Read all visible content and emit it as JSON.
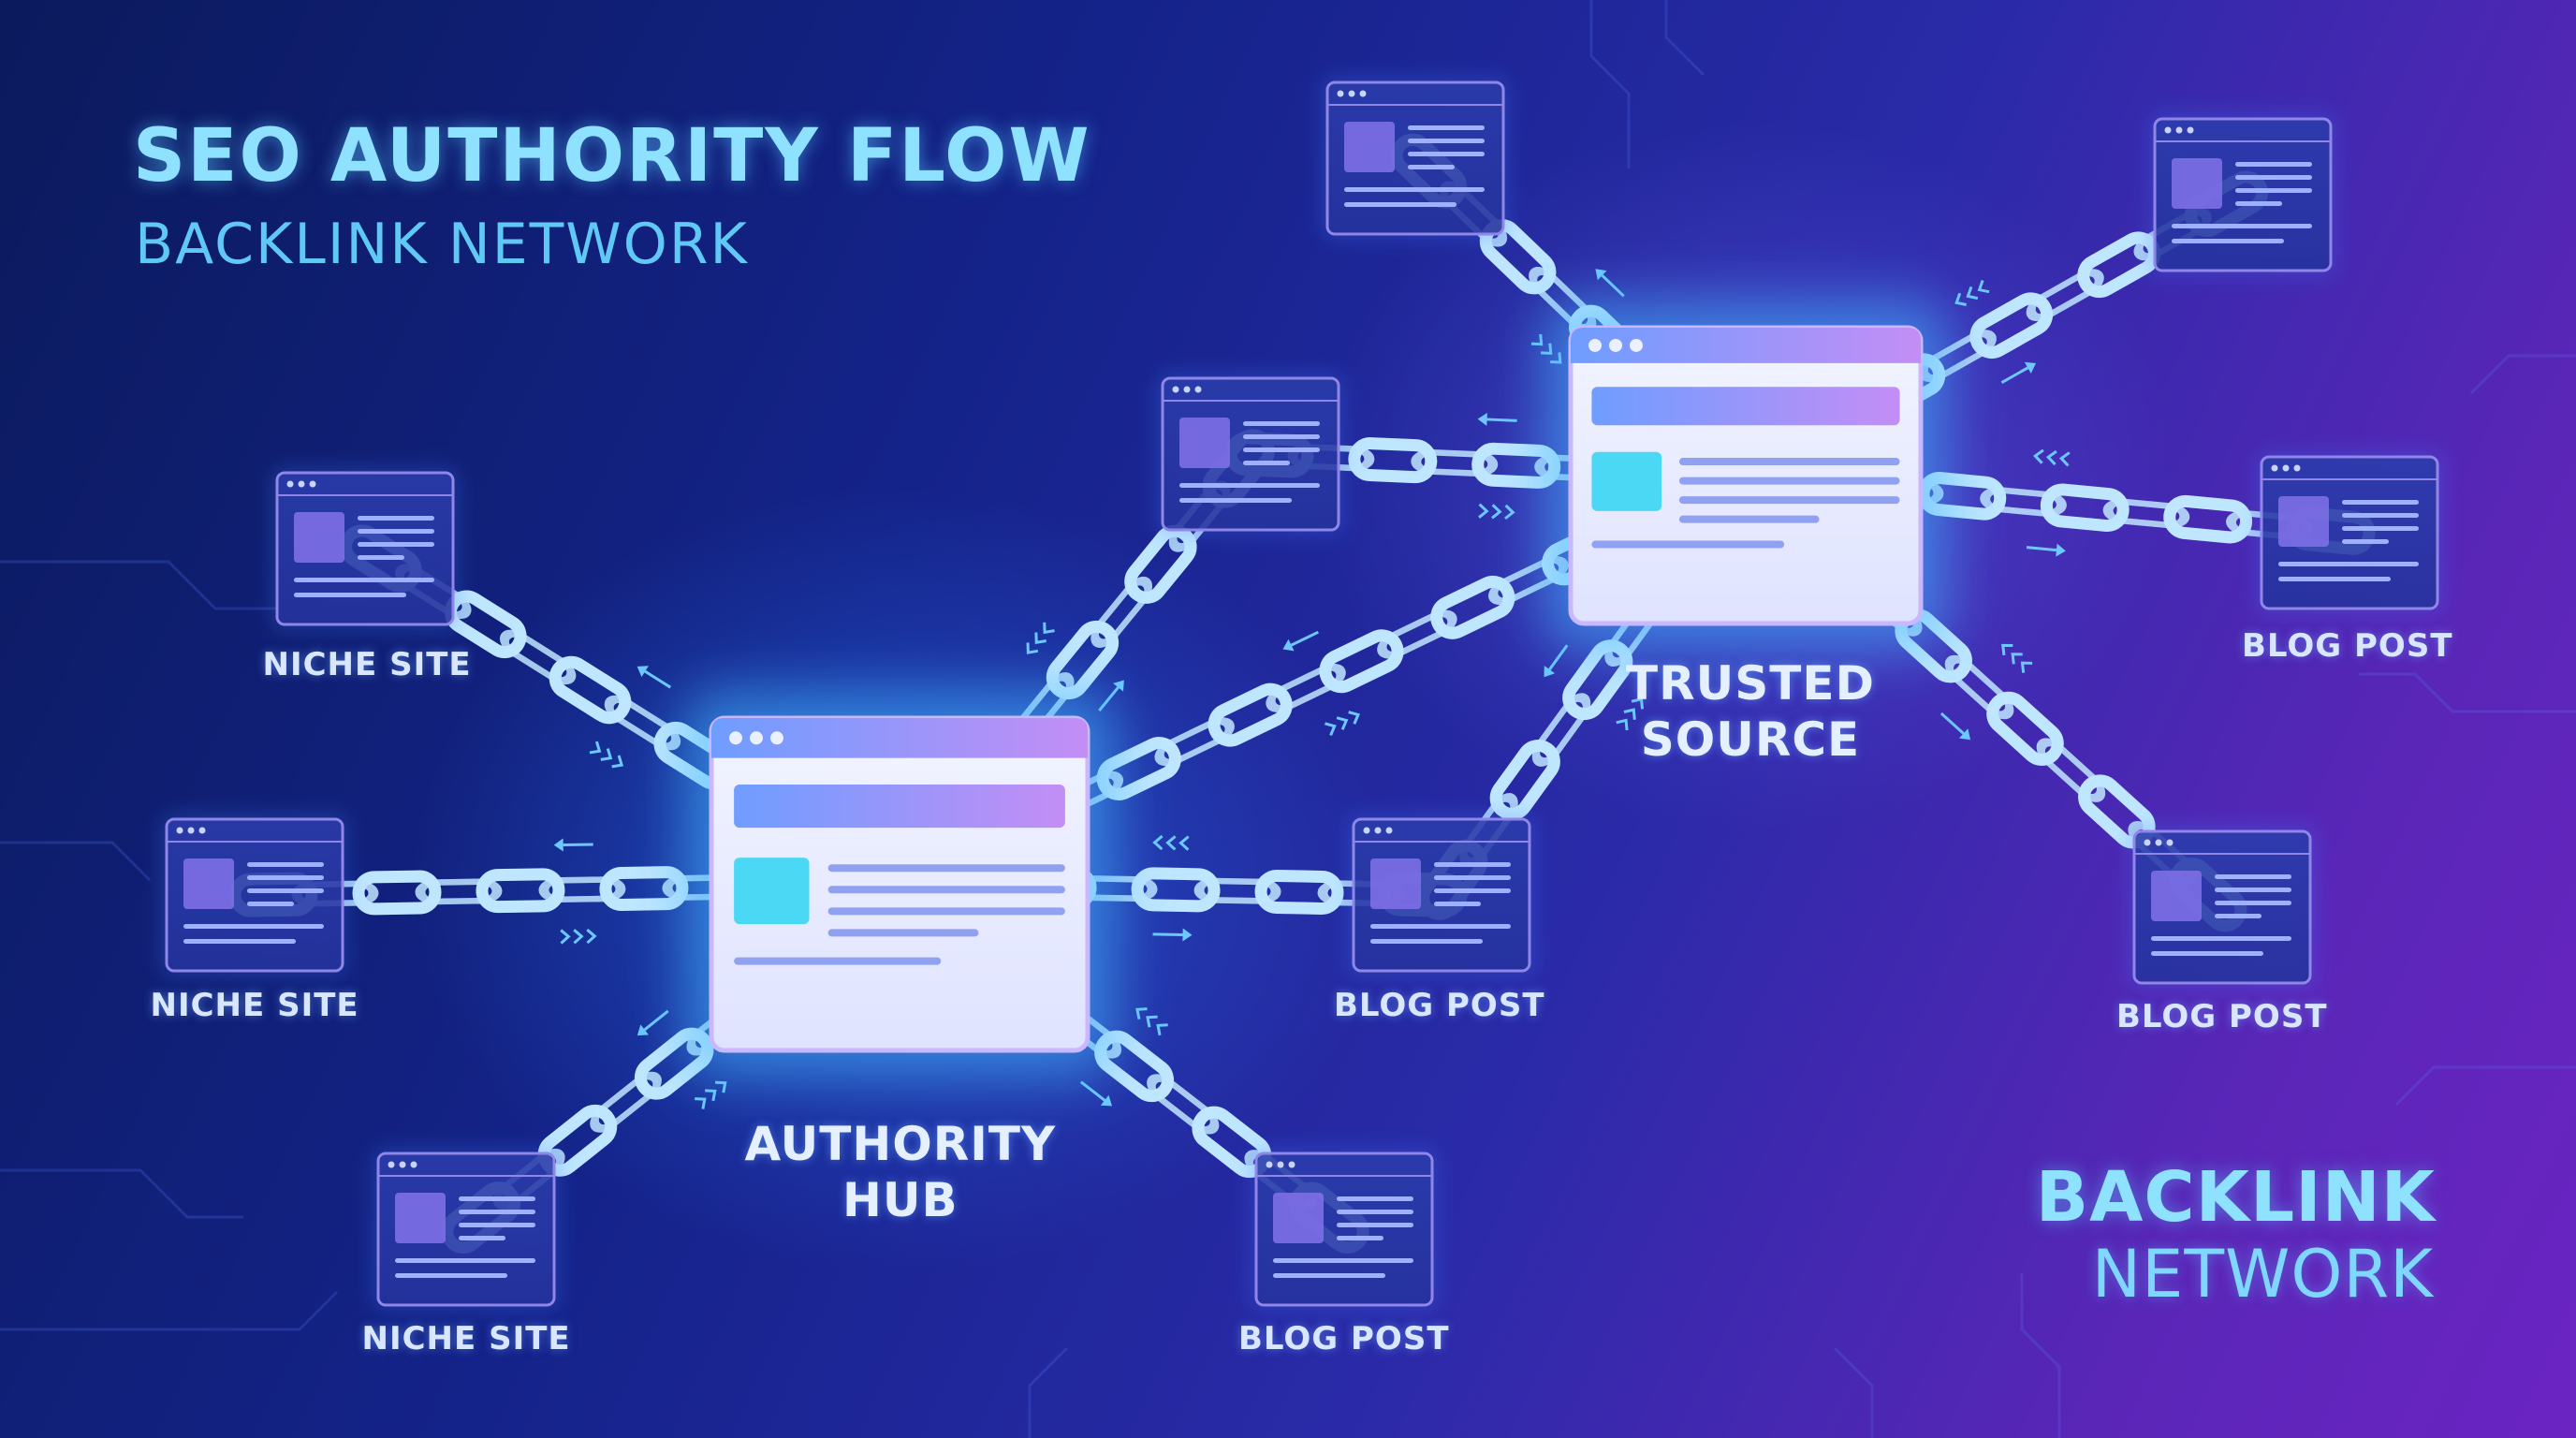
{
  "heading": {
    "title": "SEO AUTHORITY FLOW",
    "subtitle": "BACKLINK NETWORK"
  },
  "corner_title": {
    "line1": "BACKLINK",
    "line2": "NETWORK"
  },
  "colors": {
    "chain": "#bfe6ff",
    "glow": "#2fa6ff",
    "card_border": "#8f86e8",
    "hub_gradient_start": "#7aa2ff",
    "hub_gradient_end": "#c48cf5",
    "hub_image": "#4ad8f5",
    "title": "#8fe2ff"
  },
  "nodes": [
    {
      "id": "authority-hub",
      "role": "hub",
      "label": [
        "AUTHORITY",
        "HUB"
      ]
    },
    {
      "id": "trusted-source",
      "role": "hub",
      "label": [
        "TRUSTED",
        "SOURCE"
      ]
    },
    {
      "id": "niche-site-1",
      "role": "site",
      "label": [
        "NICHE SITE"
      ]
    },
    {
      "id": "niche-site-2",
      "role": "site",
      "label": [
        "NICHE SITE"
      ]
    },
    {
      "id": "niche-site-3",
      "role": "site",
      "label": [
        "NICHE SITE"
      ]
    },
    {
      "id": "blog-post-1",
      "role": "site",
      "label": [
        "BLOG POST"
      ]
    },
    {
      "id": "blog-post-2",
      "role": "site",
      "label": [
        "BLOG POST"
      ]
    },
    {
      "id": "blog-post-3",
      "role": "site",
      "label": [
        "BLOG POST"
      ]
    },
    {
      "id": "blog-post-4",
      "role": "site",
      "label": [
        "BLOG POST"
      ]
    },
    {
      "id": "unlabeled-site-1",
      "role": "site",
      "label": []
    },
    {
      "id": "unlabeled-site-2",
      "role": "site",
      "label": []
    },
    {
      "id": "unlabeled-site-3",
      "role": "site",
      "label": []
    }
  ],
  "links": [
    [
      "niche-site-1",
      "authority-hub"
    ],
    [
      "niche-site-2",
      "authority-hub"
    ],
    [
      "niche-site-3",
      "authority-hub"
    ],
    [
      "blog-post-1",
      "authority-hub"
    ],
    [
      "blog-post-2",
      "authority-hub"
    ],
    [
      "unlabeled-site-1",
      "authority-hub"
    ],
    [
      "authority-hub",
      "trusted-source"
    ],
    [
      "unlabeled-site-1",
      "trusted-source"
    ],
    [
      "unlabeled-site-2",
      "trusted-source"
    ],
    [
      "unlabeled-site-3",
      "trusted-source"
    ],
    [
      "blog-post-3",
      "trusted-source"
    ],
    [
      "blog-post-4",
      "trusted-source"
    ],
    [
      "blog-post-1",
      "trusted-source"
    ]
  ]
}
